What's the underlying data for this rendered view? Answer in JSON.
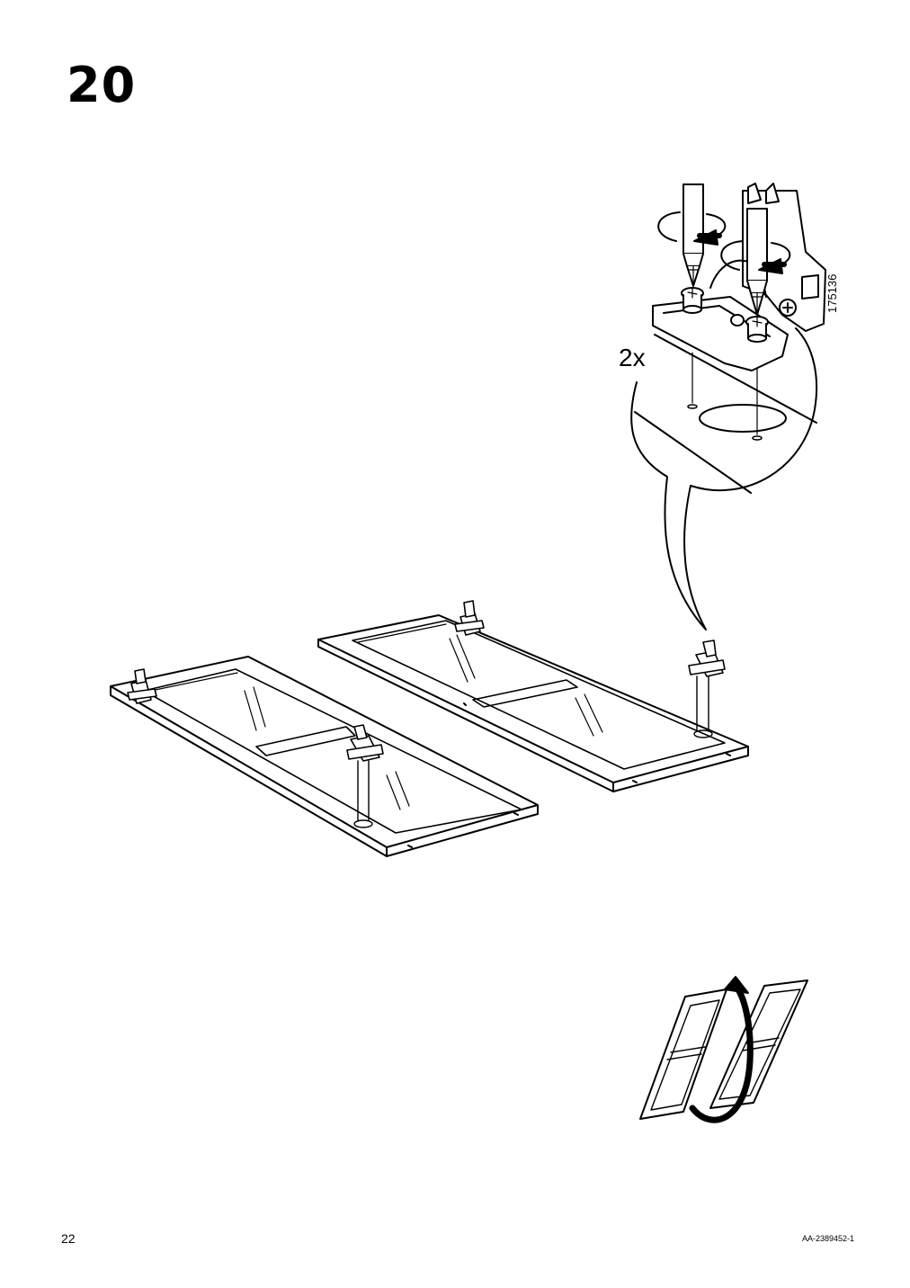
{
  "page": {
    "step_number": "20",
    "page_number": "22",
    "document_code": "AA-2389452-1"
  },
  "detail": {
    "quantity": "2x",
    "part_number": "175136",
    "screwdriver_icon": "screwdriver-rotate-clockwise-icon",
    "hinge_icon": "cabinet-hinge-icon"
  },
  "main": {
    "door_icon": "glass-door-panel-icon",
    "flip_icon": "flip-door-arrow-icon"
  }
}
